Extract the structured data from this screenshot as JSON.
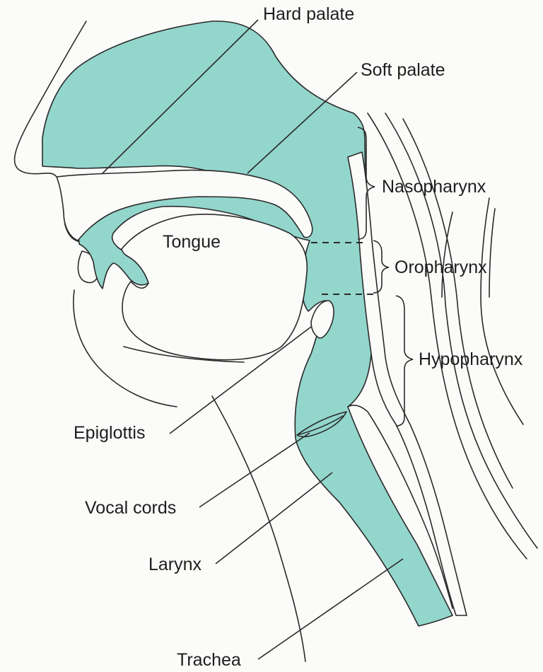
{
  "colors": {
    "airway_fill": "#93d6cc",
    "outline": "#2a2a2a",
    "background": "#fbfbf9"
  },
  "labels": {
    "hard_palate": "Hard palate",
    "soft_palate": "Soft palate",
    "nasopharynx": "Nasopharynx",
    "tongue": "Tongue",
    "oropharynx": "Oropharynx",
    "hypopharynx": "Hypopharynx",
    "epiglottis": "Epiglottis",
    "vocal_cords": "Vocal cords",
    "larynx": "Larynx",
    "trachea": "Trachea"
  }
}
